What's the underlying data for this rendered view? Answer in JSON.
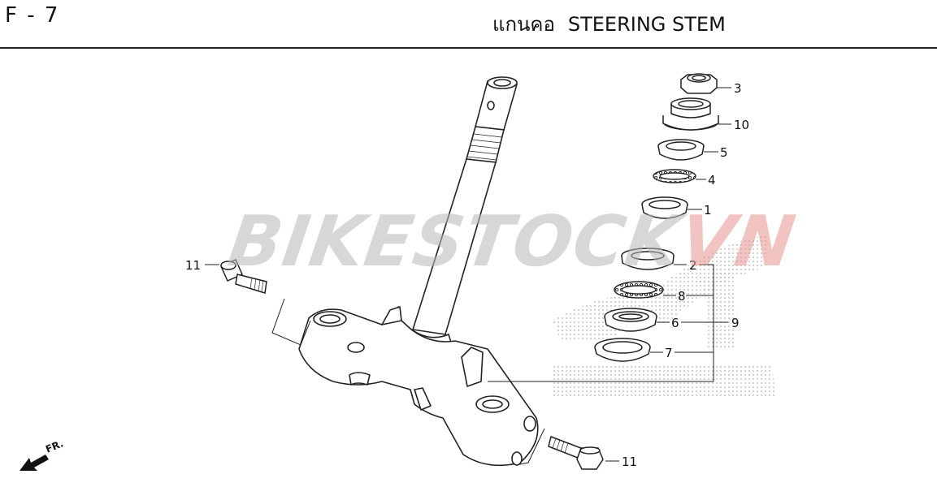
{
  "header": {
    "code": "F - 7",
    "title_thai": "แกนคอ",
    "title_en": "STEERING STEM"
  },
  "watermark": {
    "part_a": "BIKESTOCK",
    "part_b": "VN"
  },
  "direction": {
    "label": "FR."
  },
  "callouts": [
    {
      "id": "c3",
      "label": "3"
    },
    {
      "id": "c10",
      "label": "10"
    },
    {
      "id": "c5",
      "label": "5"
    },
    {
      "id": "c4",
      "label": "4"
    },
    {
      "id": "c1",
      "label": "1"
    },
    {
      "id": "c2",
      "label": "2"
    },
    {
      "id": "c8",
      "label": "8"
    },
    {
      "id": "c6",
      "label": "6"
    },
    {
      "id": "c9",
      "label": "9"
    },
    {
      "id": "c7",
      "label": "7"
    },
    {
      "id": "c11a",
      "label": "11"
    },
    {
      "id": "c11b",
      "label": "11"
    }
  ],
  "colors": {
    "line": "#222222",
    "watermark_gray": "#b8b8b8",
    "watermark_red": "#e6938f",
    "dots": "#b0b0b0"
  }
}
